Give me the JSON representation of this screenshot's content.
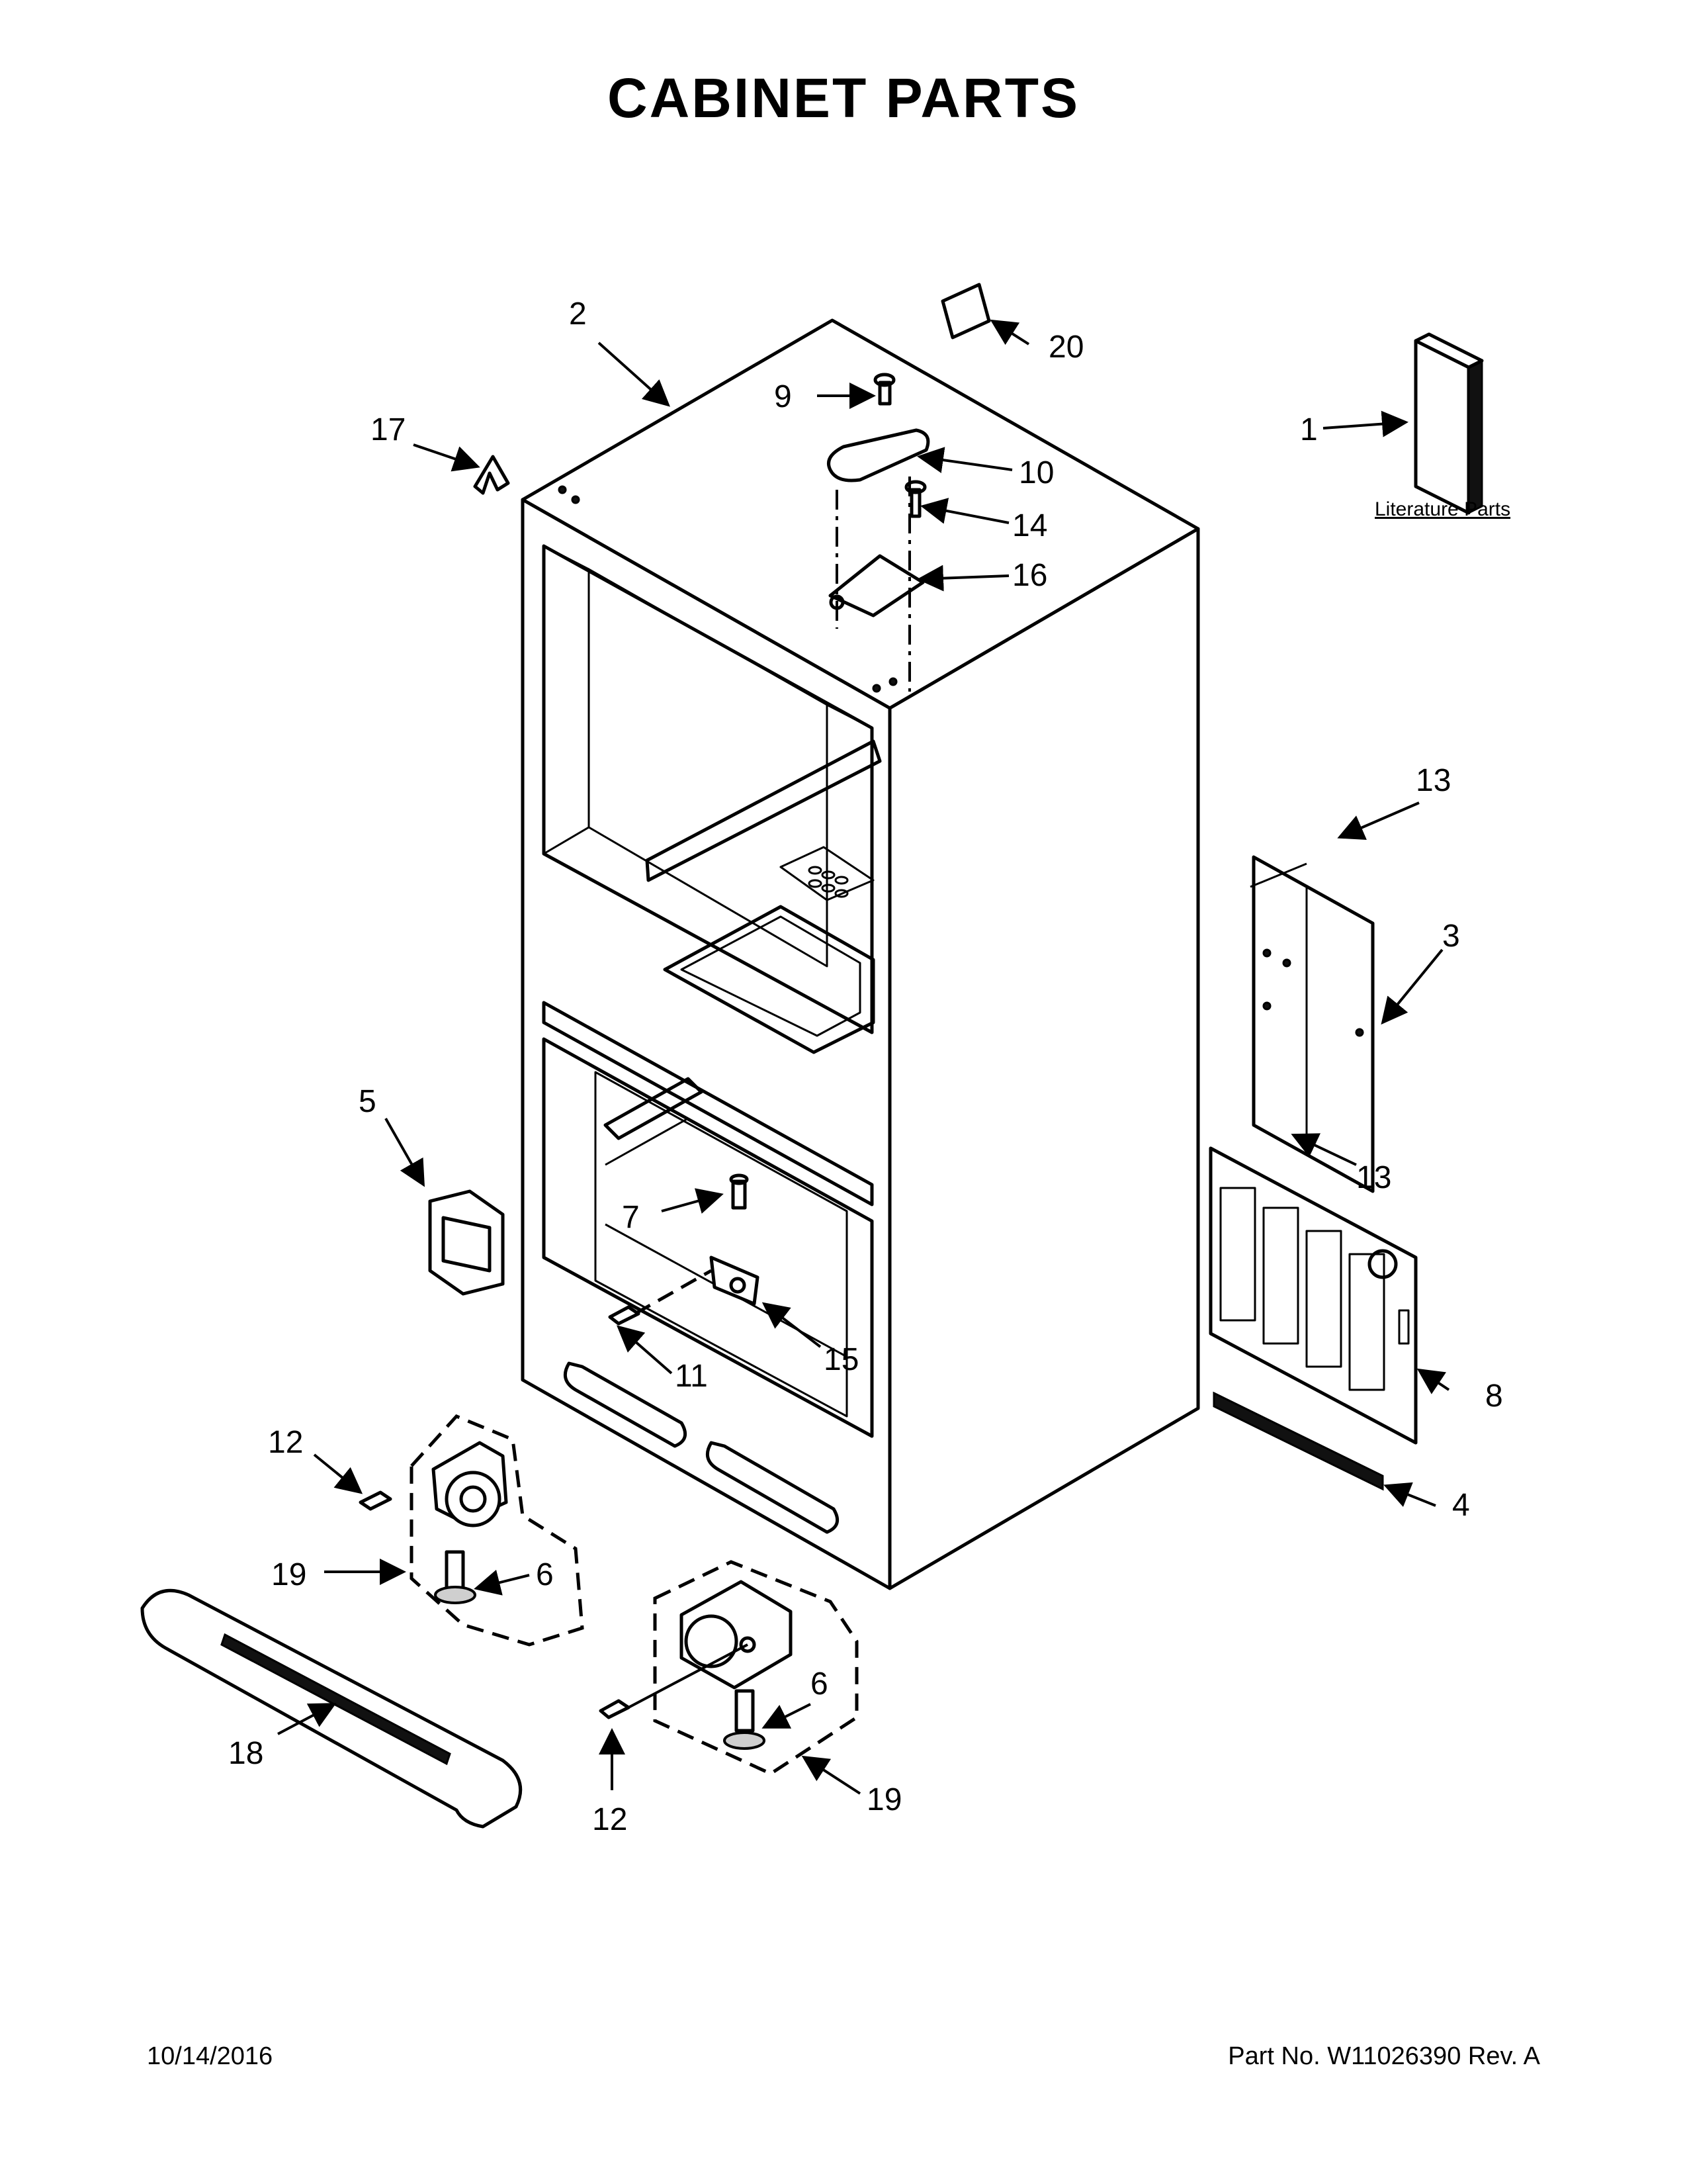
{
  "title": "CABINET PARTS",
  "literature_label": "Literature Parts",
  "callouts": {
    "c1": "1",
    "c2": "2",
    "c3": "3",
    "c4": "4",
    "c5": "5",
    "c6a": "6",
    "c6b": "6",
    "c7": "7",
    "c8": "8",
    "c9": "9",
    "c10": "10",
    "c11": "11",
    "c12a": "12",
    "c12b": "12",
    "c13a": "13",
    "c13b": "13",
    "c14": "14",
    "c15": "15",
    "c16": "16",
    "c17": "17",
    "c18": "18",
    "c19a": "19",
    "c19b": "19",
    "c20": "20"
  },
  "footer": {
    "date": "10/14/2016",
    "part_number": "Part No.  W11026390  Rev.  A"
  }
}
